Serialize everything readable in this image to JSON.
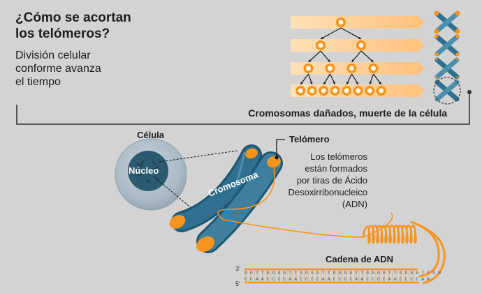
{
  "header": {
    "title_line1": "¿Cómo se acortan",
    "title_line2": "los telómeros?",
    "subtitle_line1": "División celular",
    "subtitle_line2": "conforme avanza",
    "subtitle_line3": "el tiempo"
  },
  "division": {
    "rows_cell_counts": [
      1,
      2,
      4,
      8
    ],
    "outcome_label": "Cromosomas dañados, muerte de la célula"
  },
  "cell": {
    "cell_label": "Célula",
    "nucleus_label": "Núcleo",
    "chromosome_label": "Cromosoma"
  },
  "telomere": {
    "label": "Telómero",
    "description_lines": [
      "Los telómeros",
      "están formados",
      "por tiras de Ácido",
      "Desoxirribonucleico",
      "(ADN)"
    ]
  },
  "dna": {
    "label": "Cadena de ADN",
    "strand_top_end": "3'",
    "strand_bottom_end": "5'",
    "sequence_top": "G G T T G G G G T T G G G G T T G G G G T T G G G G T T G G G G T T G G",
    "sequence_bottom": "C C A A C C C C A A C C C C A A C C C C A A C C C C A A C C C C A A"
  },
  "colors": {
    "background": "#d3d3d3",
    "orange": "#f7941d",
    "orange_light": "#ffc88a",
    "chromosome_blue": "#2f6f8f",
    "chromosome_blue_light": "#4e8fae",
    "text": "#1d1d1d"
  },
  "icons": [
    "right-arrow-icon",
    "down-arrow-icon",
    "chromosome-icon",
    "cell-icon"
  ]
}
